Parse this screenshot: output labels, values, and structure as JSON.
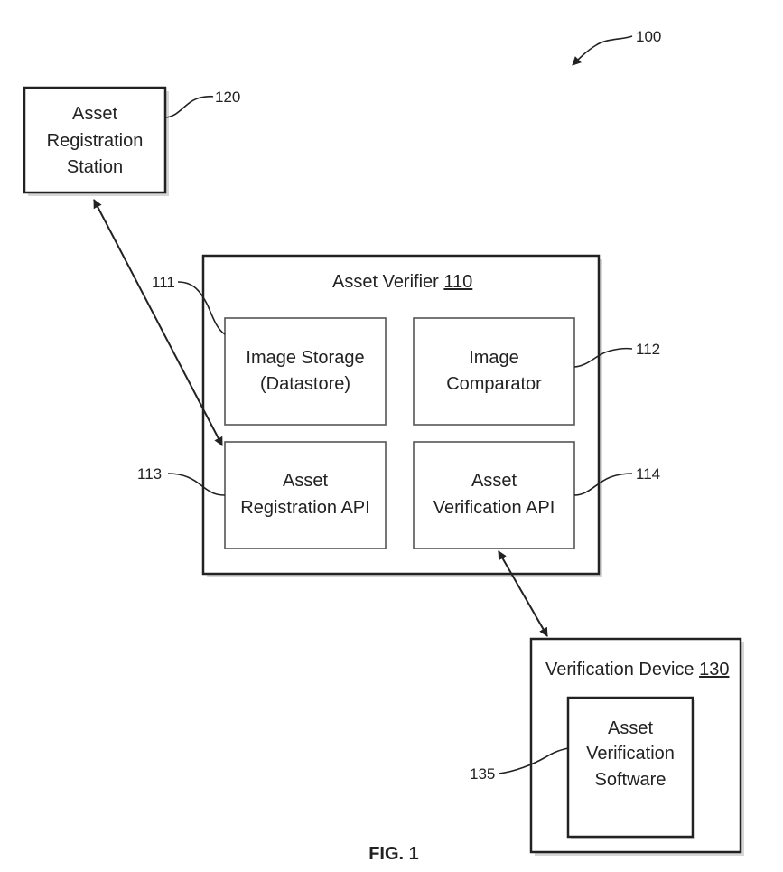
{
  "figure": {
    "caption": "FIG. 1",
    "system_ref": "100"
  },
  "registration_station": {
    "line1": "Asset",
    "line2": "Registration",
    "line3": "Station",
    "ref": "120"
  },
  "asset_verifier": {
    "title": "Asset Verifier",
    "number": "110",
    "image_storage": {
      "line1": "Image Storage",
      "line2": "(Datastore)",
      "ref": "111"
    },
    "image_comparator": {
      "line1": "Image",
      "line2": "Comparator",
      "ref": "112"
    },
    "registration_api": {
      "line1": "Asset",
      "line2": "Registration API",
      "ref": "113"
    },
    "verification_api": {
      "line1": "Asset",
      "line2": "Verification API",
      "ref": "114"
    }
  },
  "verification_device": {
    "title": "Verification Device",
    "number": "130",
    "software": {
      "line1": "Asset",
      "line2": "Verification",
      "line3": "Software",
      "ref": "135"
    }
  }
}
